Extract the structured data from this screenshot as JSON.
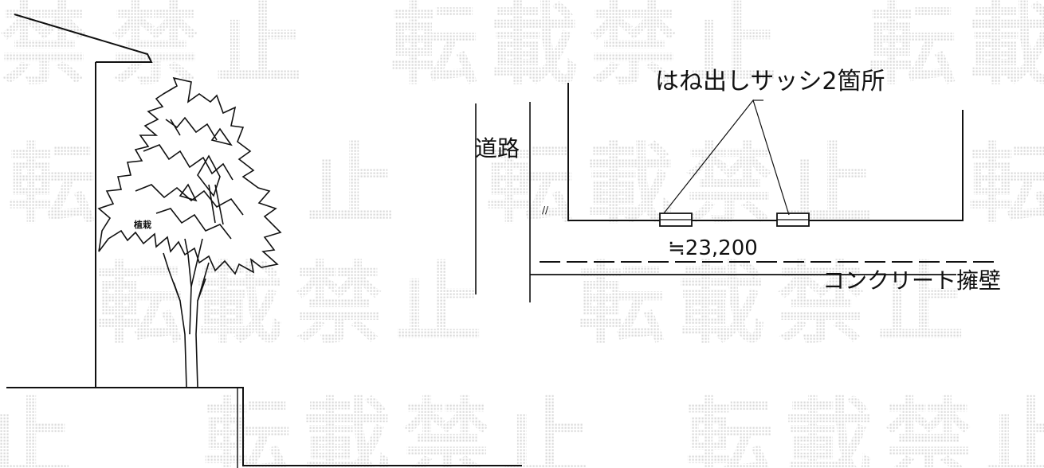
{
  "watermark": {
    "text": "転載禁止",
    "color": "#e2e2e2"
  },
  "colors": {
    "line": "#111111",
    "background": "#ffffff"
  },
  "left_drawing": {
    "tree_label": "植栽"
  },
  "right_drawing": {
    "road_label": "道路",
    "sash_label": "はね出しサッシ2箇所",
    "dimension_label": "≒23,200",
    "wall_label": "コンクリート擁壁",
    "parallel_mark": "//"
  }
}
